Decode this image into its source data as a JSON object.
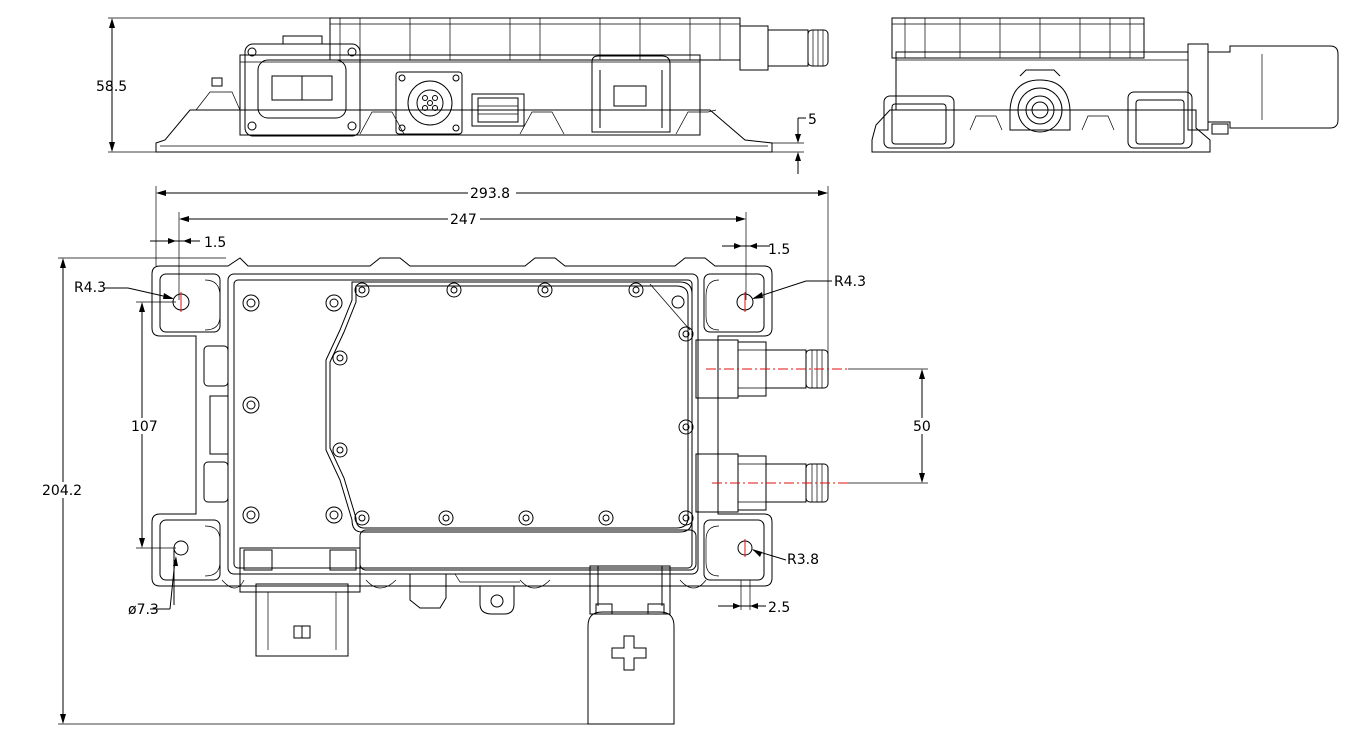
{
  "drawing": {
    "dimensions": {
      "side_height": "58.5",
      "flange_thickness": "5",
      "overall_length": "293.8",
      "hole_spacing_length": "247",
      "offset_left": "1.5",
      "offset_right": "1.5",
      "radius_top_left": "R4.3",
      "radius_top_right": "R4.3",
      "hole_spacing_width": "107",
      "overall_width": "204.2",
      "pipe_spacing": "50",
      "radius_bottom_right": "R3.8",
      "hole_diameter": "ø7.3",
      "offset_bottom_right": "2.5"
    }
  }
}
